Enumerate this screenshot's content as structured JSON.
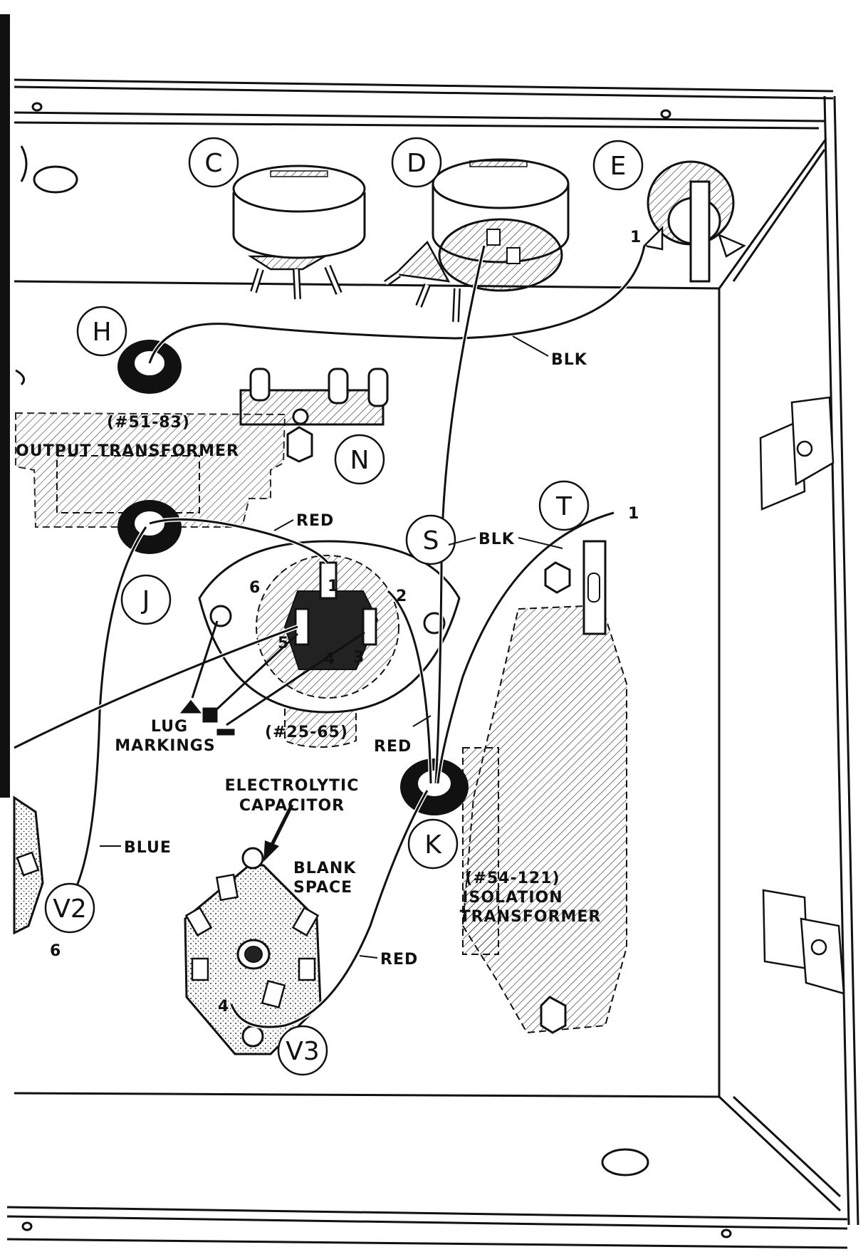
{
  "letters": {
    "C": "C",
    "D": "D",
    "E": "E",
    "H": "H",
    "N": "N",
    "J": "J",
    "S": "S",
    "T": "T",
    "K": "K",
    "V2": "V2",
    "V3": "V3"
  },
  "wires": {
    "blk_1": "BLK",
    "blk_2": "BLK",
    "red_1": "RED",
    "red_2": "RED",
    "red_3": "RED",
    "blue": "BLUE"
  },
  "parts": {
    "output_part_no": "(#51-83)",
    "output_name": "OUTPUT  TRANSFORMER",
    "capacitor_part_no": "(#25-65)",
    "capacitor_line1": "ELECTROLYTIC",
    "capacitor_line2": "CAPACITOR",
    "isolation_part_no": "(#54-121)",
    "isolation_line1": "ISOLATION",
    "isolation_line2": "TRANSFORMER"
  },
  "lug_markings": {
    "line1": "LUG",
    "line2": "MARKINGS"
  },
  "blank_space": {
    "line1": "BLANK",
    "line2": "SPACE"
  },
  "lug_numbers": {
    "cap_1": "1",
    "cap_2": "2",
    "cap_3": "3",
    "cap_4": "4",
    "cap_5": "5",
    "cap_6": "6",
    "e_1": "1",
    "t_1": "1",
    "v2_6": "6",
    "v3_4": "4"
  }
}
